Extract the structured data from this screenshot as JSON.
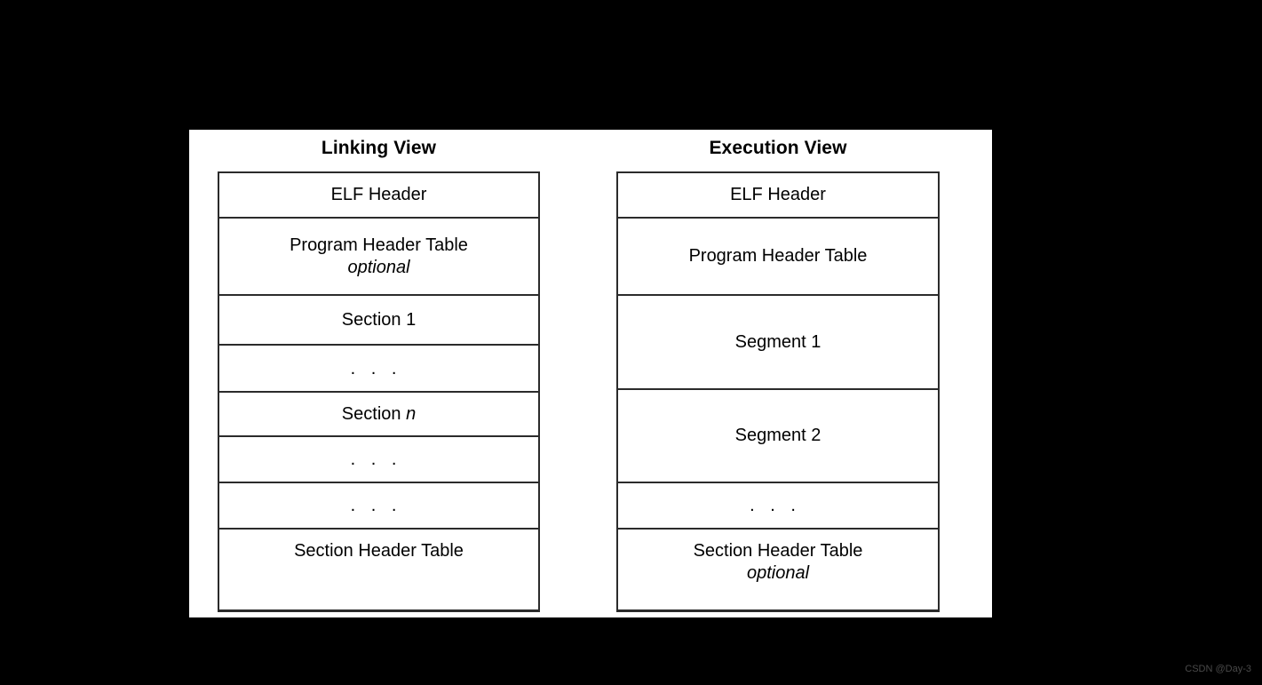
{
  "figure": {
    "background_color": "#000000",
    "panel_color": "#ffffff",
    "line_color": "#2b2b2b",
    "columns": [
      {
        "id": "linking",
        "title": "Linking View",
        "rows": [
          {
            "label": "ELF Header",
            "sublabel": "",
            "height": 51,
            "align": "center"
          },
          {
            "label": "Program Header Table",
            "sublabel": "optional",
            "height": 87,
            "align": "center"
          },
          {
            "label": "Section 1",
            "sublabel": "",
            "height": 56,
            "align": "center"
          },
          {
            "label": ". . .",
            "sublabel": "",
            "height": 53,
            "align": "center"
          },
          {
            "label": "Section n",
            "sublabel": "",
            "height": 50,
            "align": "center"
          },
          {
            "label": ". . .",
            "sublabel": "",
            "height": 52,
            "align": "center"
          },
          {
            "label": ". . .",
            "sublabel": "",
            "height": 52,
            "align": "center"
          },
          {
            "label": "Section Header Table",
            "sublabel": "",
            "height": 90,
            "align": "top"
          }
        ]
      },
      {
        "id": "execution",
        "title": "Execution View",
        "rows": [
          {
            "label": "ELF Header",
            "sublabel": "",
            "height": 51,
            "align": "center"
          },
          {
            "label": "Program Header Table",
            "sublabel": "",
            "height": 87,
            "align": "center"
          },
          {
            "label": "Segment 1",
            "sublabel": "",
            "height": 106,
            "align": "center"
          },
          {
            "label": "Segment 2",
            "sublabel": "",
            "height": 105,
            "align": "center"
          },
          {
            "label": ". . .",
            "sublabel": "",
            "height": 52,
            "align": "center"
          },
          {
            "label": "Section Header Table",
            "sublabel": "optional",
            "height": 90,
            "align": "top"
          }
        ]
      }
    ]
  },
  "watermark": {
    "text": "CSDN @Day-3"
  }
}
